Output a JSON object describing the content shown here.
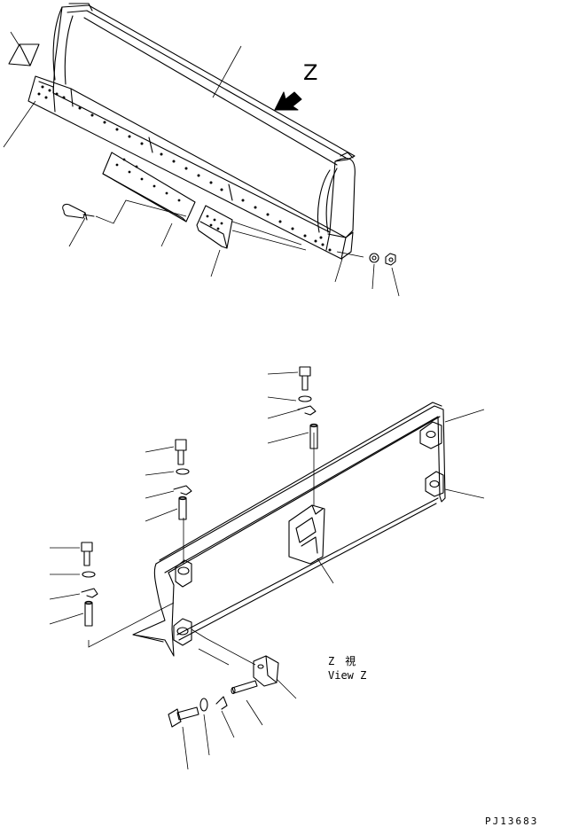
{
  "view_marker": "Z",
  "view_title_jp": "Z　視",
  "view_title_en": "View Z",
  "drawing_number": "PJ13683"
}
